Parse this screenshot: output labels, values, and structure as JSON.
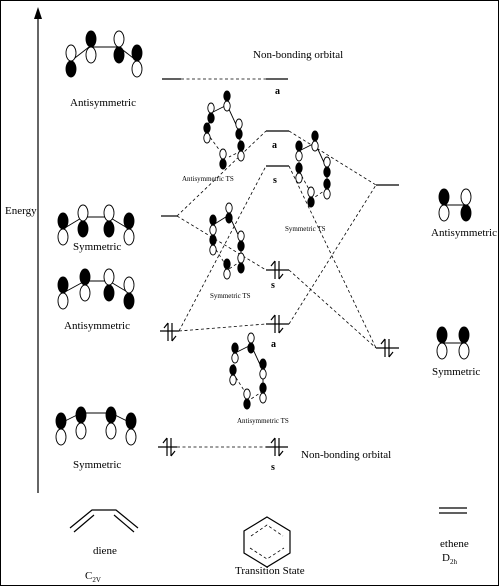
{
  "axis": {
    "energy_label": "Energy"
  },
  "diene": {
    "name": "diene",
    "point_group": {
      "symbol": "C",
      "subscript": "2V"
    },
    "orbitals": [
      {
        "symmetry": "Antisymmetric"
      },
      {
        "symmetry": "Symmetric"
      },
      {
        "symmetry": "Antisymmetric"
      },
      {
        "symmetry": "Symmetric"
      }
    ]
  },
  "ethene": {
    "name": "ethene",
    "point_group": {
      "symbol": "D",
      "subscript": "2h"
    },
    "orbitals": [
      {
        "symmetry": "Antisymmetric"
      },
      {
        "symmetry": "Symmetric"
      }
    ]
  },
  "transition_state": {
    "name": "Transition State",
    "nonbonding_label_top": "Non-bonding orbital",
    "nonbonding_label_bottom": "Non-bonding orbital",
    "level_labels": [
      "a",
      "a",
      "s",
      "s",
      "a",
      "s"
    ],
    "sketches": [
      {
        "label": "Antisymmetric TS"
      },
      {
        "label": "Symmetric TS"
      },
      {
        "label": "Symmetric TS"
      },
      {
        "label": "Antisymmetric TS"
      }
    ]
  },
  "colors": {
    "line": "#000000",
    "background": "#ffffff"
  }
}
